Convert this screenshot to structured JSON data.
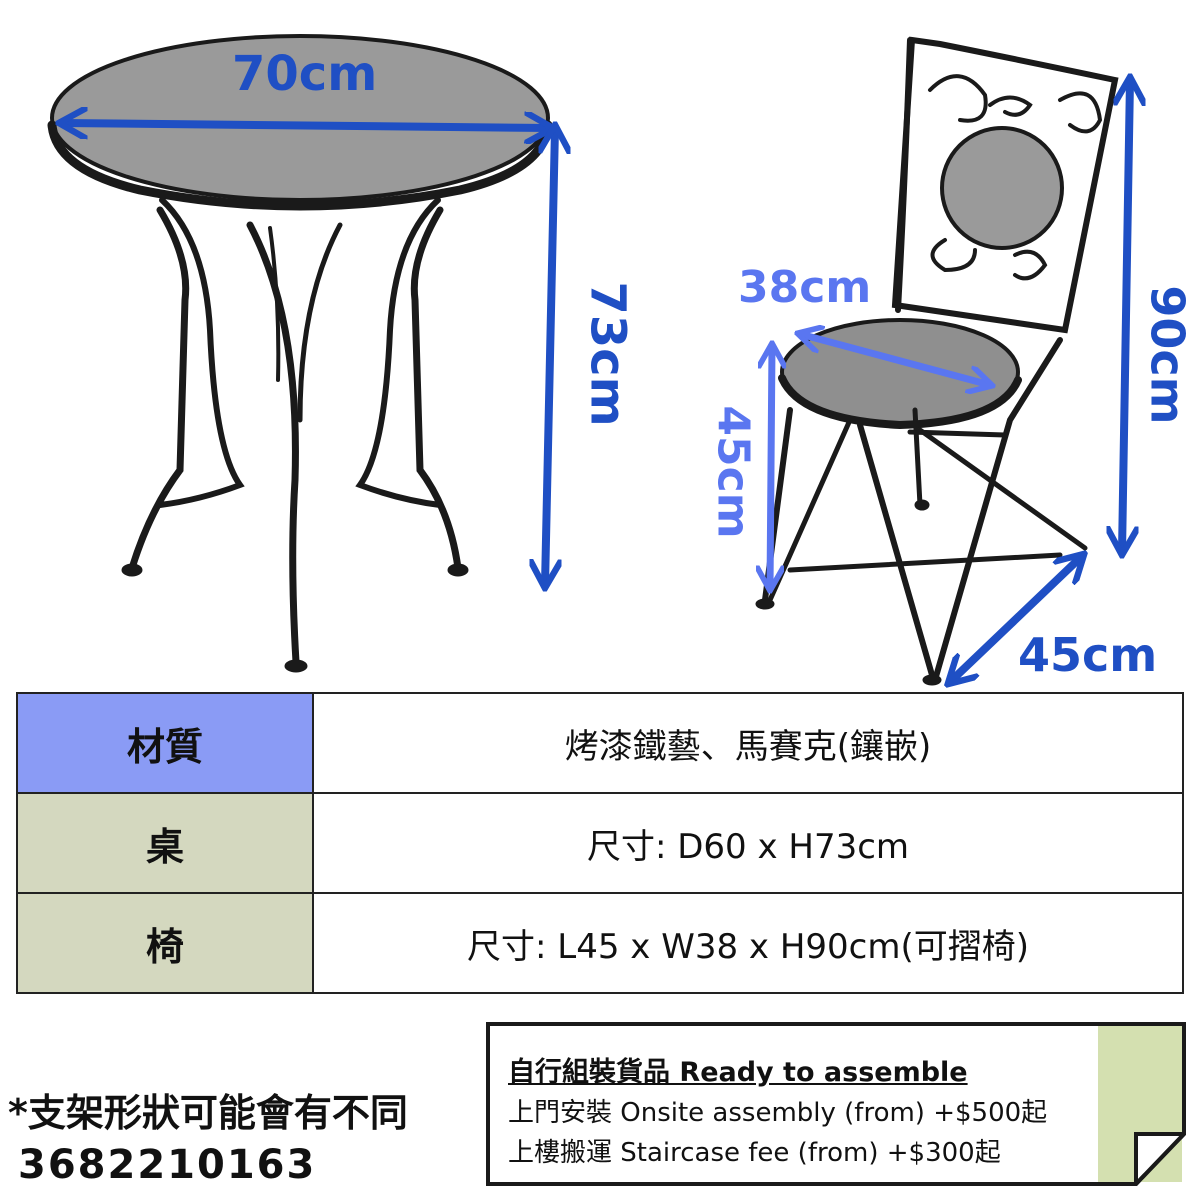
{
  "dimensions": {
    "table_width": "70cm",
    "table_height": "73cm",
    "chair_seat_width": "38cm",
    "chair_seat_height": "45cm",
    "chair_height": "90cm",
    "chair_depth": "45cm"
  },
  "colors": {
    "dimension_dark": "#1f4fc4",
    "dimension_light": "#5a76f0",
    "material_label_bg": "#8a9bf5",
    "row_label_bg": "#d4d8bf",
    "note_fold_bg": "#d4e0b0"
  },
  "spec_table": {
    "rows": [
      {
        "label": "材質",
        "value": "烤漆鐵藝、馬賽克(鑲嵌)"
      },
      {
        "label": "桌",
        "value": "尺寸:  D60 x H73cm"
      },
      {
        "label": "椅",
        "value": "尺寸:  L45 x W38 x H90cm(可摺椅)"
      }
    ]
  },
  "footnote": "*支架形狀可能會有不同",
  "product_code": "3682210163",
  "assembly_note": {
    "title": "自行組裝貨品 Ready to assemble",
    "line1": "上門安裝 Onsite assembly (from) +$500起",
    "line2": "上樓搬運  Staircase fee (from) +$300起"
  }
}
